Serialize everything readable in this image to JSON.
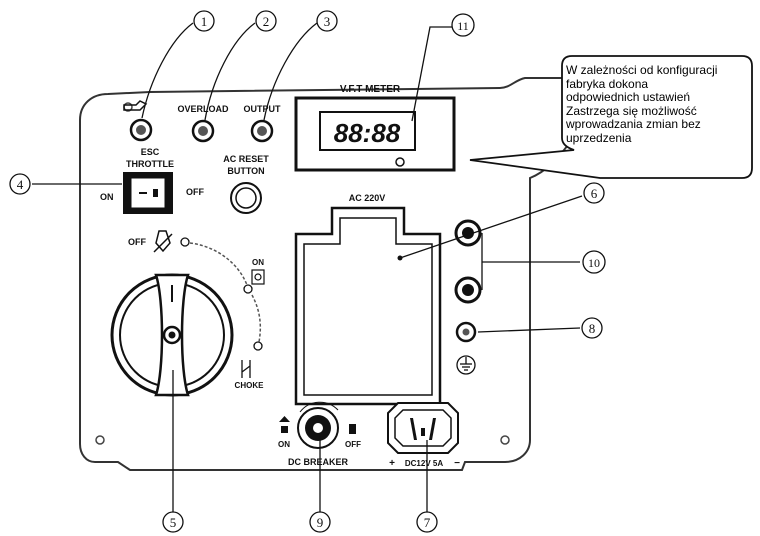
{
  "labels": {
    "overload": "OVERLOAD",
    "output": "OUTPUT",
    "esc": "ESC",
    "throttle": "THROTTLE",
    "on": "ON",
    "off": "OFF",
    "ac_reset_1": "AC RESET",
    "ac_reset_2": "BUTTON",
    "meter_title": "V.F.T METER",
    "meter_reading": "88:88",
    "ac220": "AC 220V",
    "choke_off": "OFF",
    "choke_on": "ON",
    "choke": "CHOKE",
    "dc_on": "ON",
    "dc_off": "OFF",
    "dc_breaker": "DC BREAKER",
    "dc_rating": "DC12V 5A",
    "plus": "+",
    "minus": "−"
  },
  "callouts": {
    "c1": "1",
    "c2": "2",
    "c3": "3",
    "c4": "4",
    "c5": "5",
    "c6": "6",
    "c7": "7",
    "c8": "8",
    "c9": "9",
    "c10": "10",
    "c11": "11"
  },
  "note": {
    "lines": [
      "W zależności od konfiguracji",
      "fabryka dokona",
      "odpowiednich ustawień",
      "Zastrzega się możliwość",
      "wprowadzania zmian bez",
      "uprzedzenia"
    ]
  }
}
